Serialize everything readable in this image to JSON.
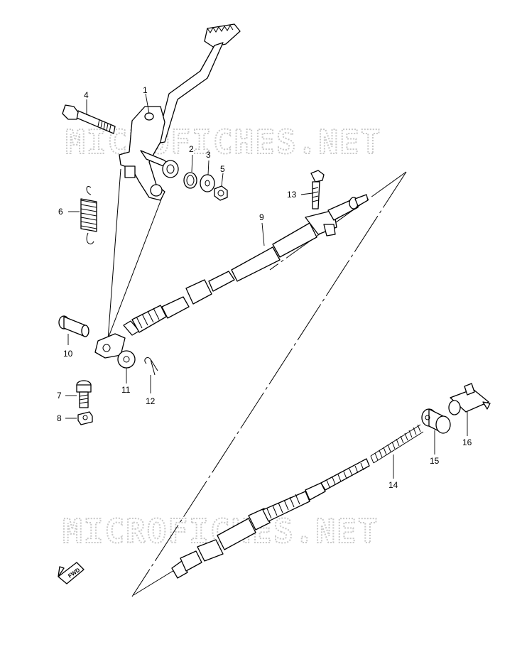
{
  "watermark": {
    "text": "MICROFICHES.NET",
    "color": "#c8c8c8"
  },
  "fwd_badge": {
    "text": "FWD"
  },
  "callouts": [
    {
      "id": "1",
      "label": "1"
    },
    {
      "id": "2",
      "label": "2"
    },
    {
      "id": "3",
      "label": "3"
    },
    {
      "id": "4",
      "label": "4"
    },
    {
      "id": "5",
      "label": "5"
    },
    {
      "id": "6",
      "label": "6"
    },
    {
      "id": "7",
      "label": "7"
    },
    {
      "id": "8",
      "label": "8"
    },
    {
      "id": "9",
      "label": "9"
    },
    {
      "id": "10",
      "label": "10"
    },
    {
      "id": "11",
      "label": "11"
    },
    {
      "id": "12",
      "label": "12"
    },
    {
      "id": "13",
      "label": "13"
    },
    {
      "id": "14",
      "label": "14"
    },
    {
      "id": "15",
      "label": "15"
    },
    {
      "id": "16",
      "label": "16"
    }
  ]
}
